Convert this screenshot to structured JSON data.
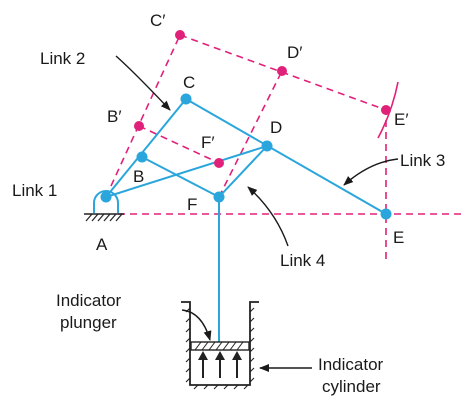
{
  "colors": {
    "link": "#2aa6dc",
    "displaced": "#e0217a",
    "text": "#1a1a1a",
    "hatch": "#222222"
  },
  "labels": {
    "A": "A",
    "B": "B",
    "C": "C",
    "D": "D",
    "E": "E",
    "F": "F",
    "B_prime": "B′",
    "C_prime": "C′",
    "D_prime": "D′",
    "E_prime": "E′",
    "F_prime": "F′",
    "link1": "Link 1",
    "link2": "Link 2",
    "link3": "Link 3",
    "link4": "Link 4",
    "indicator_plunger_line1": "Indicator",
    "indicator_plunger_line2": "plunger",
    "indicator_cylinder_line1": "Indicator",
    "indicator_cylinder_line2": "cylinder"
  }
}
